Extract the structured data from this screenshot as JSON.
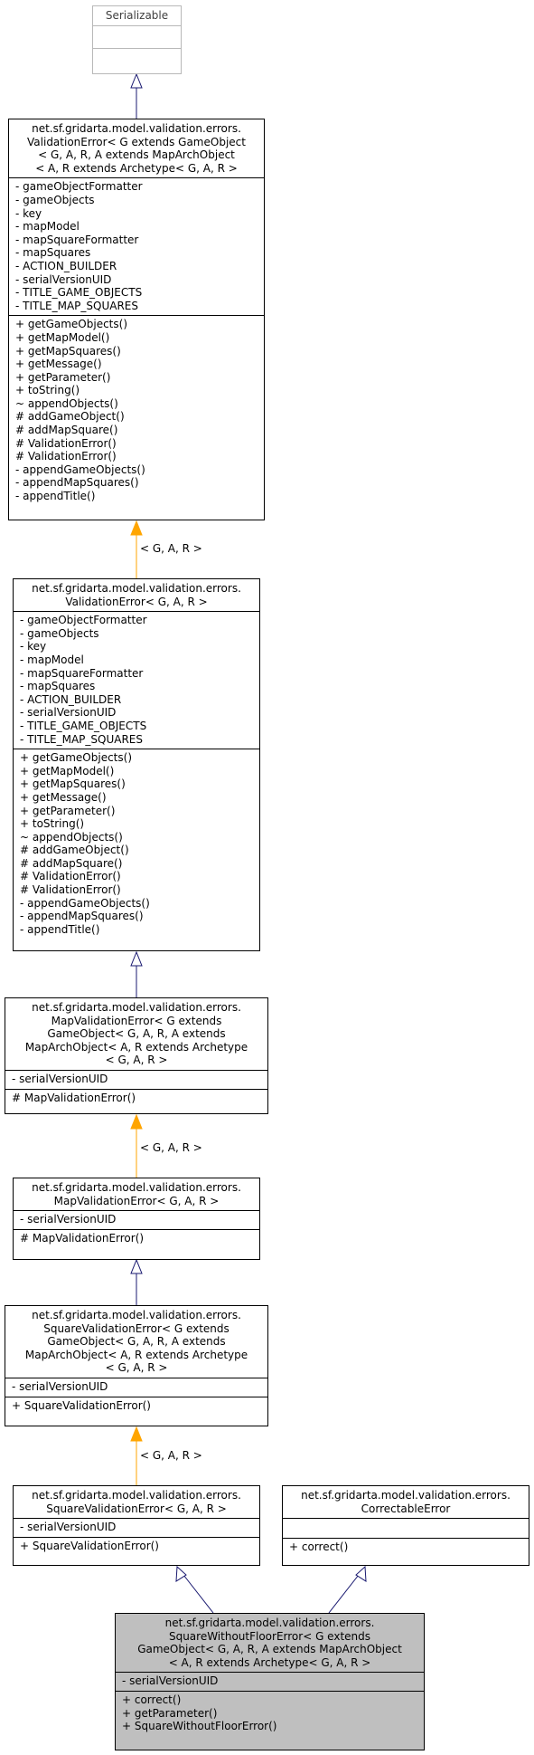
{
  "classes": {
    "serializable": {
      "title": [
        "Serializable"
      ],
      "attributes": [],
      "operations": []
    },
    "validation_error_generic": {
      "title": [
        "net.sf.gridarta.model.validation.errors.",
        "ValidationError< G extends GameObject",
        "< G, A, R, A extends MapArchObject",
        "< A, R extends Archetype< G, A, R >"
      ],
      "attributes": [
        "- gameObjectFormatter",
        "- gameObjects",
        "- key",
        "- mapModel",
        "- mapSquareFormatter",
        "- mapSquares",
        "- ACTION_BUILDER",
        "- serialVersionUID",
        "- TITLE_GAME_OBJECTS",
        "- TITLE_MAP_SQUARES"
      ],
      "operations": [
        "+ getGameObjects()",
        "+ getMapModel()",
        "+ getMapSquares()",
        "+ getMessage()",
        "+ getParameter()",
        "+ toString()",
        "~ appendObjects()",
        "# addGameObject()",
        "# addMapSquare()",
        "# ValidationError()",
        "# ValidationError()",
        "- appendGameObjects()",
        "- appendMapSquares()",
        "- appendTitle()"
      ]
    },
    "validation_error_bound": {
      "title": [
        "net.sf.gridarta.model.validation.errors.",
        "ValidationError< G, A, R >"
      ],
      "attributes": [
        "- gameObjectFormatter",
        "- gameObjects",
        "- key",
        "- mapModel",
        "- mapSquareFormatter",
        "- mapSquares",
        "- ACTION_BUILDER",
        "- serialVersionUID",
        "- TITLE_GAME_OBJECTS",
        "- TITLE_MAP_SQUARES"
      ],
      "operations": [
        "+ getGameObjects()",
        "+ getMapModel()",
        "+ getMapSquares()",
        "+ getMessage()",
        "+ getParameter()",
        "+ toString()",
        "~ appendObjects()",
        "# addGameObject()",
        "# addMapSquare()",
        "# ValidationError()",
        "# ValidationError()",
        "- appendGameObjects()",
        "- appendMapSquares()",
        "- appendTitle()"
      ]
    },
    "map_validation_error_generic": {
      "title": [
        "net.sf.gridarta.model.validation.errors.",
        "MapValidationError< G extends",
        "GameObject< G, A, R, A extends",
        "MapArchObject< A, R extends Archetype",
        "< G, A, R >"
      ],
      "attributes": [
        "- serialVersionUID"
      ],
      "operations": [
        "# MapValidationError()"
      ]
    },
    "map_validation_error_bound": {
      "title": [
        "net.sf.gridarta.model.validation.errors.",
        "MapValidationError< G, A, R >"
      ],
      "attributes": [
        "- serialVersionUID"
      ],
      "operations": [
        "# MapValidationError()"
      ]
    },
    "square_validation_error_generic": {
      "title": [
        "net.sf.gridarta.model.validation.errors.",
        "SquareValidationError< G extends",
        "GameObject< G, A, R, A extends",
        "MapArchObject< A, R extends Archetype",
        "< G, A, R >"
      ],
      "attributes": [
        "- serialVersionUID"
      ],
      "operations": [
        "+ SquareValidationError()"
      ]
    },
    "square_validation_error_bound": {
      "title": [
        "net.sf.gridarta.model.validation.errors.",
        "SquareValidationError< G, A, R >"
      ],
      "attributes": [
        "- serialVersionUID"
      ],
      "operations": [
        "+ SquareValidationError()"
      ]
    },
    "correctable_error": {
      "title": [
        "net.sf.gridarta.model.validation.errors.",
        "CorrectableError"
      ],
      "attributes": [],
      "operations": [
        "+ correct()"
      ]
    },
    "square_without_floor_error": {
      "title": [
        "net.sf.gridarta.model.validation.errors.",
        "SquareWithoutFloorError< G extends",
        "GameObject< G, A, R, A extends MapArchObject",
        "< A, R extends Archetype< G, A, R >"
      ],
      "attributes": [
        "- serialVersionUID"
      ],
      "operations": [
        "+ correct()",
        "+ getParameter()",
        "+ SquareWithoutFloorError()"
      ]
    }
  },
  "edge_labels": {
    "binding_1": "< G, A, R >",
    "binding_2": "< G, A, R >",
    "binding_3": "< G, A, R >"
  },
  "colors": {
    "inheritance": "#191970",
    "template_binding": "#ffa500",
    "focus_fill": "#bfbfbf",
    "ghost_border": "#b8b8b8"
  }
}
